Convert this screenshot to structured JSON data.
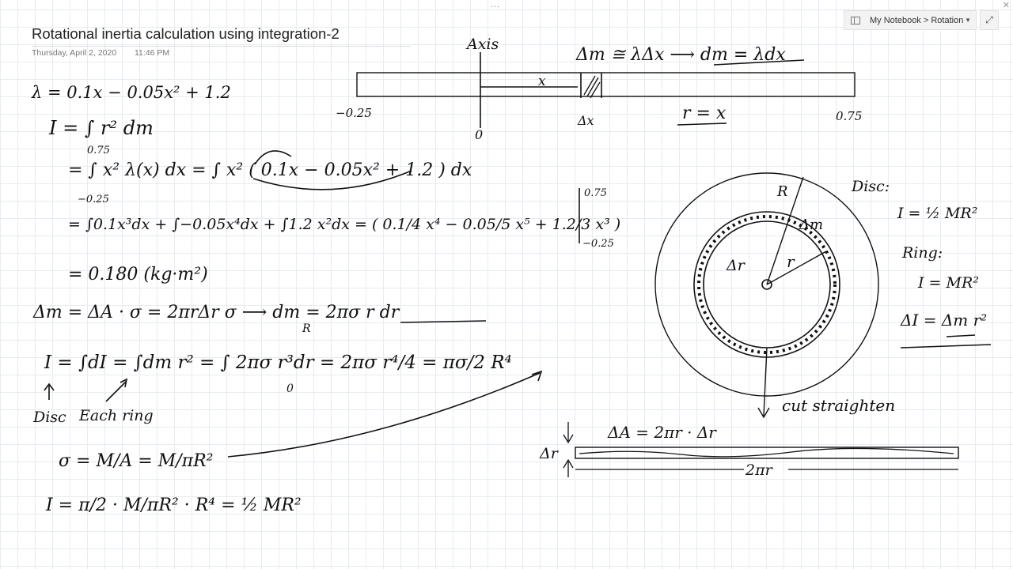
{
  "window": {
    "dots": "...",
    "close_glyph": "✕",
    "breadcrumb": "My Notebook > Rotation",
    "breadcrumb_chevron": "▼",
    "expand_glyph": "⤢",
    "icons": {
      "notebook": "notebook-icon",
      "expand": "expand-icon",
      "close": "close-icon"
    }
  },
  "page": {
    "title": "Rotational inertia calculation using integration-2",
    "date": "Thursday, April 2, 2020",
    "time": "11:46 PM"
  },
  "ink": {
    "lambda_def": "λ = 0.1x − 0.05x² + 1.2",
    "I_def": "I = ∫ r² dm",
    "integral_upper": "0.75",
    "integral_lower": "−0.25",
    "step1": "= ∫ x² λ(x) dx  =  ∫ x² ( 0.1x − 0.05x² + 1.2 ) dx",
    "step2": "= ∫0.1x³dx + ∫−0.05x⁴dx + ∫1.2 x²dx = ( 0.1/4 x⁴ − 0.05/5 x⁵ + 1.2/3 x³ )",
    "eval_upper": "0.75",
    "eval_lower": "−0.25",
    "result": "= 0.180 (kg·m²)",
    "axis_label": "Axis",
    "rod_x": "x",
    "rod_left": "−0.25",
    "rod_right": "0.75",
    "rod_origin": "0",
    "rod_dx": "Δx",
    "dm_eq": "Δm ≅ λΔx  ⟶  dm = λdx",
    "r_eq": "r = x",
    "disc_dm": "Δm = ΔA · σ = 2πrΔr σ   ⟶   dm = 2πσ r dr",
    "disc_I": "I = ∫dI = ∫dm r² = ∫ 2πσ r³dr = 2πσ r⁴/4 = πσ/2 R⁴",
    "disc_upper": "R",
    "disc_lower": "0",
    "disc_note": "Disc",
    "ring_note": "Each ring",
    "sigma_def": "σ = M/A = M/πR²",
    "final_I": "I = π/2 · M/πR² · R⁴ = ½ MR²",
    "circle_R": "R",
    "circle_dm": "Δm",
    "circle_r": "r",
    "circle_dr": "Δr",
    "disc_label": "Disc:",
    "disc_formula": "I = ½ MR²",
    "ring_label": "Ring:",
    "ring_formula": "I = MR²",
    "ring_dI": "ΔI = Δm r²",
    "cut_label": "cut   straighten",
    "strip_dA": "ΔA = 2πr · Δr",
    "strip_dr": "Δr",
    "strip_len": "2πr"
  }
}
